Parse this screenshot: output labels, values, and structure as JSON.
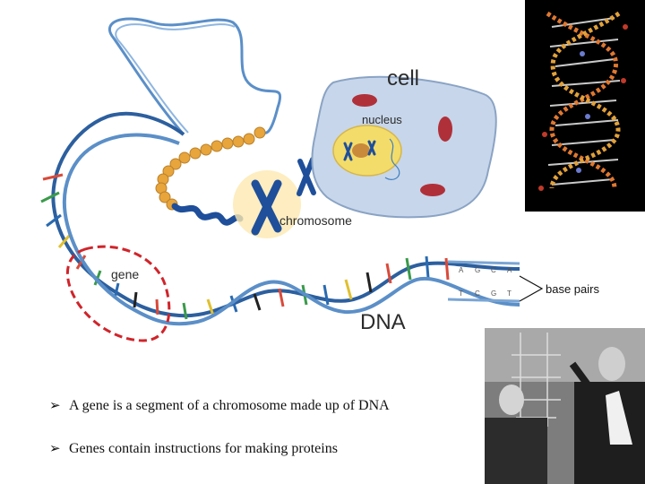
{
  "labels": {
    "cell": "cell",
    "nucleus": "nucleus",
    "chromosome": "chromosome",
    "gene": "gene",
    "dna": "DNA",
    "base_pairs": "base pairs"
  },
  "bases_top": [
    "A",
    "G",
    "C",
    "A"
  ],
  "bases_bottom": [
    "T",
    "C",
    "G",
    "T"
  ],
  "bullets": [
    "A gene is a segment of a chromosome made up of DNA",
    "Genes contain instructions for making proteins"
  ],
  "colors": {
    "backbone": "#3f7fc0",
    "gene_outline": "#d0242a",
    "cell_body": "#c7d6ea",
    "nucleus": "#f3dc6a",
    "mitochondria": "#b0303a",
    "chromosome": "#1f4f9a",
    "histones": "#e8a53c"
  }
}
